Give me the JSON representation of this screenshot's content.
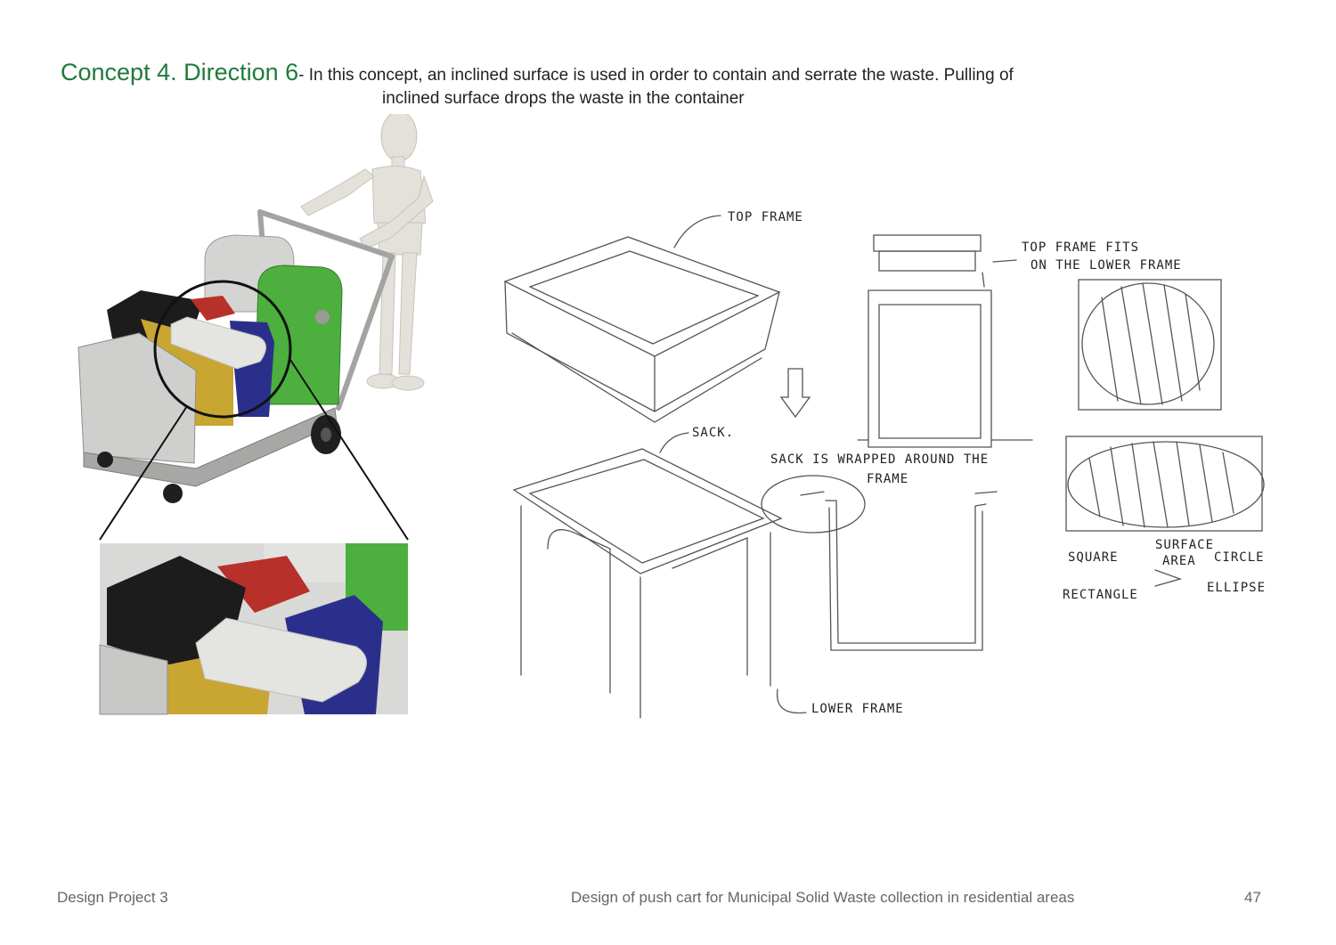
{
  "header": {
    "title": "Concept 4. Direction 6",
    "description_line1": "- In this concept, an inclined surface is used in order to contain and serrate the waste. Pulling of",
    "description_line2": "inclined surface drops the waste in the container"
  },
  "sketch_labels": {
    "top_frame": "TOP FRAME",
    "top_frame_fits_1": "TOP FRAME FITS",
    "top_frame_fits_2": "ON THE LOWER FRAME",
    "sack": "SACK.",
    "sack_wrapped_1": "SACK IS WRAPPED AROUND THE",
    "sack_wrapped_2": "FRAME",
    "lower_frame": "LOWER FRAME",
    "square": "SQUARE",
    "surface_area_1": "SURFACE",
    "surface_area_2": "AREA",
    "circle": "CIRCLE",
    "rectangle": "RECTANGLE",
    "ellipse": "ELLIPSE",
    "greater_than": ">"
  },
  "footer": {
    "left": "Design Project 3",
    "center": "Design of push cart for Municipal Solid Waste collection in residential areas",
    "page_number": "47"
  },
  "colors": {
    "title_green": "#1e7b3a",
    "bin_green": "#4caf3e",
    "bin_red": "#b8302a",
    "bin_blue": "#2b2f8c",
    "bin_yellow": "#c9a531",
    "bin_grey": "#d4d4d2"
  }
}
